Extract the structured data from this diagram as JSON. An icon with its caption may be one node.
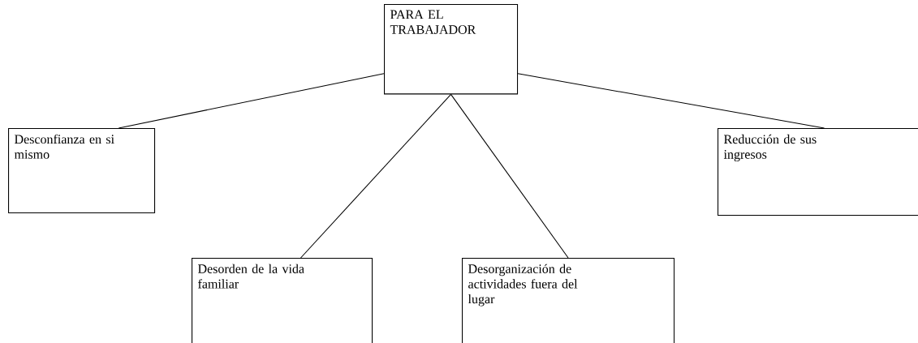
{
  "diagram": {
    "nodes": [
      {
        "text": [
          "PARA EL TRABAJADOR"
        ]
      },
      {
        "text": [
          "Desconfianza en si mismo"
        ]
      },
      {
        "text": [
          "Desorden de la vida familiar"
        ]
      },
      {
        "text": [
          "Desorganización de actividades fuera del lugar"
        ]
      },
      {
        "text": [
          "Reducción de sus ingresos"
        ]
      }
    ],
    "edges": [
      {
        "from": 0,
        "to": 1,
        "arrow": "none"
      },
      {
        "from": 0,
        "to": 2,
        "arrow": "none"
      },
      {
        "from": 0,
        "to": 3,
        "arrow": "none"
      },
      {
        "from": 0,
        "to": 4,
        "arrow": "none"
      }
    ]
  }
}
